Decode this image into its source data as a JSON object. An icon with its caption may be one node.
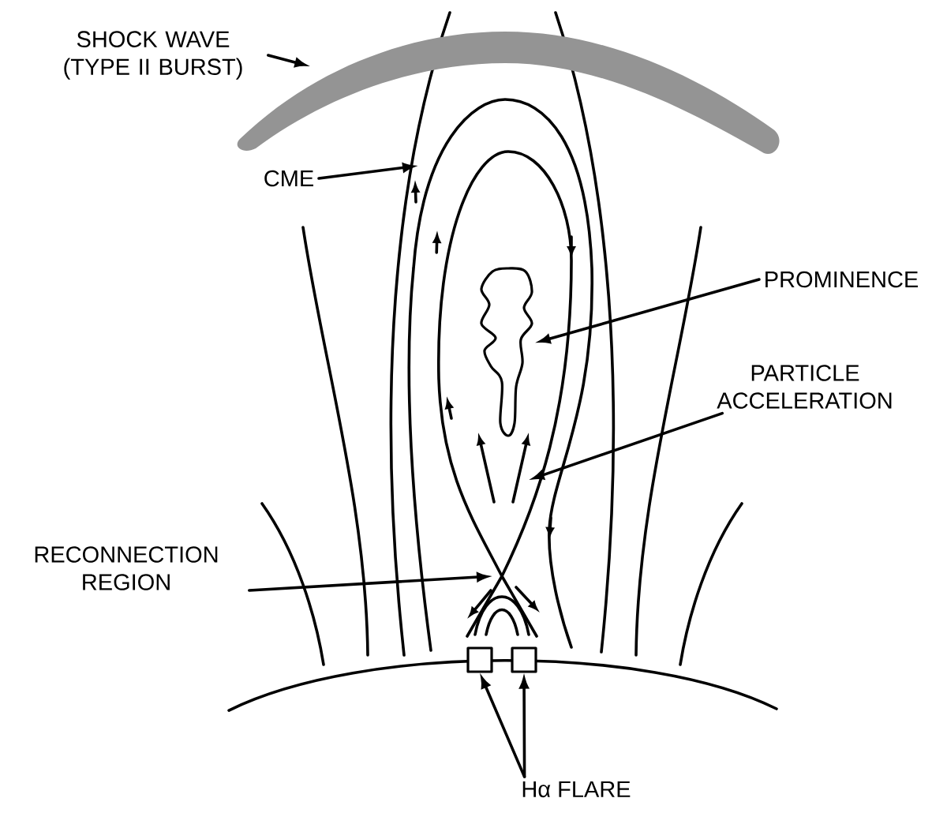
{
  "diagram": {
    "nodes": [
      {
        "text": [
          "SHOCK WAVE (TYPE II BURST)"
        ]
      },
      {
        "text": [],
        "shape": "band"
      },
      {
        "text": [
          "CME"
        ]
      },
      {
        "text": [
          "PROMINENCE"
        ]
      },
      {
        "text": [],
        "shape": "picture"
      },
      {
        "text": [
          "PARTICLE ACCELERATION"
        ]
      },
      {
        "text": [
          "RECONNECTION REGION"
        ]
      },
      {
        "text": [],
        "shape": "box"
      },
      {
        "text": [],
        "shape": "box"
      },
      {
        "text": [
          "Hα FLARE"
        ]
      }
    ],
    "edges": [
      {
        "from": 0,
        "to": 1,
        "arrow": "to"
      },
      {
        "from": 2,
        "to": null,
        "arrow": "to"
      },
      {
        "from": 3,
        "to": 4,
        "arrow": "to"
      },
      {
        "from": 5,
        "to": null,
        "arrow": "to"
      },
      {
        "from": 6,
        "to": null,
        "arrow": "to"
      },
      {
        "from": 9,
        "to": 7,
        "arrow": "to"
      },
      {
        "from": 9,
        "to": 8,
        "arrow": "to"
      }
    ]
  }
}
